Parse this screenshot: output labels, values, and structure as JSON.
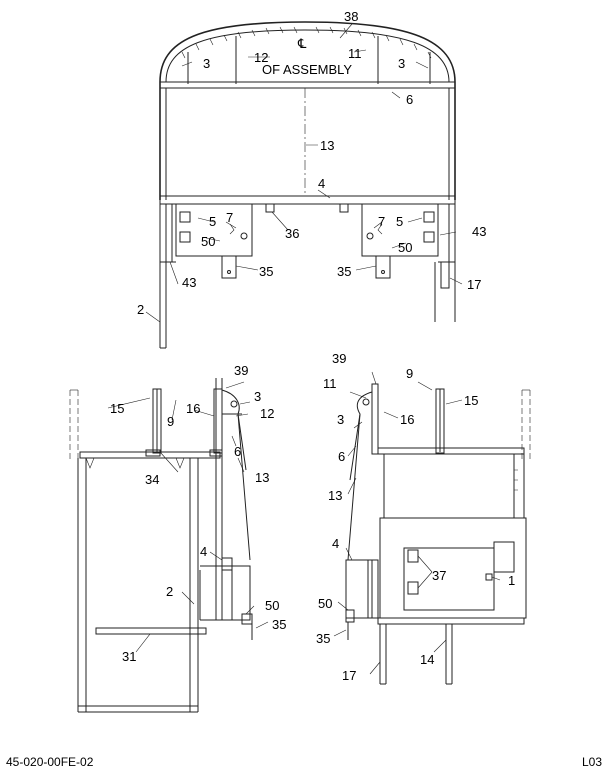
{
  "callouts": {
    "top": {
      "c38": "38",
      "c3a": "3",
      "c12": "12",
      "c11": "11",
      "c3b": "3",
      "cl_symbol": "℄",
      "cl_text": "OF ASSEMBLY",
      "c6": "6",
      "c13": "13",
      "c4": "4",
      "c5a": "5",
      "c7a": "7",
      "c50a": "50",
      "c36": "36",
      "c5b": "5",
      "c7b": "7",
      "c50b": "50",
      "c43a": "43",
      "c43b": "43",
      "c35a": "35",
      "c35b": "35",
      "c17": "17",
      "c2": "2"
    },
    "left": {
      "c39": "39",
      "c3": "3",
      "c15": "15",
      "c9": "9",
      "c16": "16",
      "c12": "12",
      "c6": "6",
      "c34": "34",
      "c13": "13",
      "c4": "4",
      "c2": "2",
      "c50": "50",
      "c35": "35",
      "c31": "31"
    },
    "right": {
      "c39": "39",
      "c9": "9",
      "c11": "11",
      "c15": "15",
      "c3": "3",
      "c16": "16",
      "c6": "6",
      "c13": "13",
      "c4": "4",
      "c37": "37",
      "c1": "1",
      "c50": "50",
      "c35": "35",
      "c14": "14",
      "c17": "17"
    }
  },
  "footer": {
    "drawing_number": "45-020-00FE-02",
    "sheet": "L03"
  }
}
